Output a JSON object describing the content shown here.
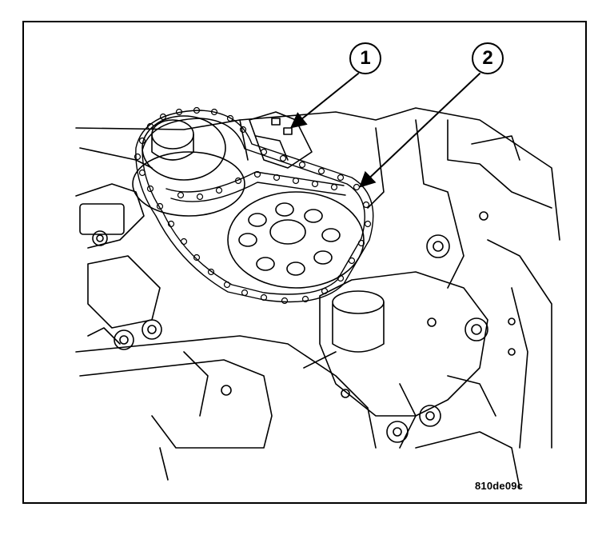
{
  "callouts": [
    {
      "label": "1"
    },
    {
      "label": "2"
    }
  ],
  "figure_id": "810de09c",
  "colors": {
    "ink": "#000000",
    "paper": "#ffffff"
  }
}
